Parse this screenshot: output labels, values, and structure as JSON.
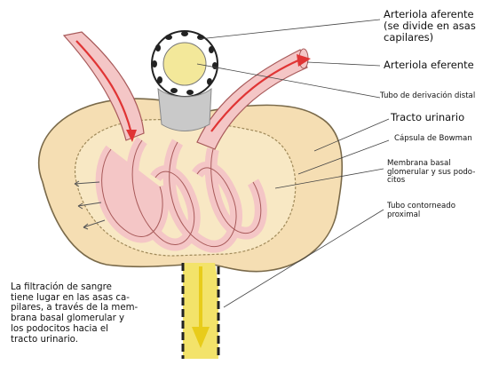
{
  "labels": {
    "afferent": "Arteriola aferente\n(se divide en asas\ncapilares)",
    "efferent": "Arteriola eferente",
    "distal": "Tubo de derivación distal",
    "urinary_tract": "Tracto urinario",
    "bowman": "Cápsula de Bowman",
    "membrane": "Membrana basal\nglomerular y sus podo-\ncitos",
    "proximal": "Tubo contorneado\nproximal",
    "caption": "La filtración de sangre\ntiene lugar en las asas ca-\npilares, a través de la mem-\nbrana basal glomerular y\nlos podocitos hacia el\ntracto urinario."
  },
  "colors": {
    "capsule": "#f5deb3",
    "capsule_inner": "#f8e8c4",
    "vessel": "#f4c6c6",
    "vessel_outline": "#a85a5a",
    "flow_arrow": "#e03434",
    "tubule": "#f3e36a",
    "urine_arrow": "#e8cc1a",
    "distal_tube": "#c9c9c9",
    "nuclei": "#222222"
  }
}
